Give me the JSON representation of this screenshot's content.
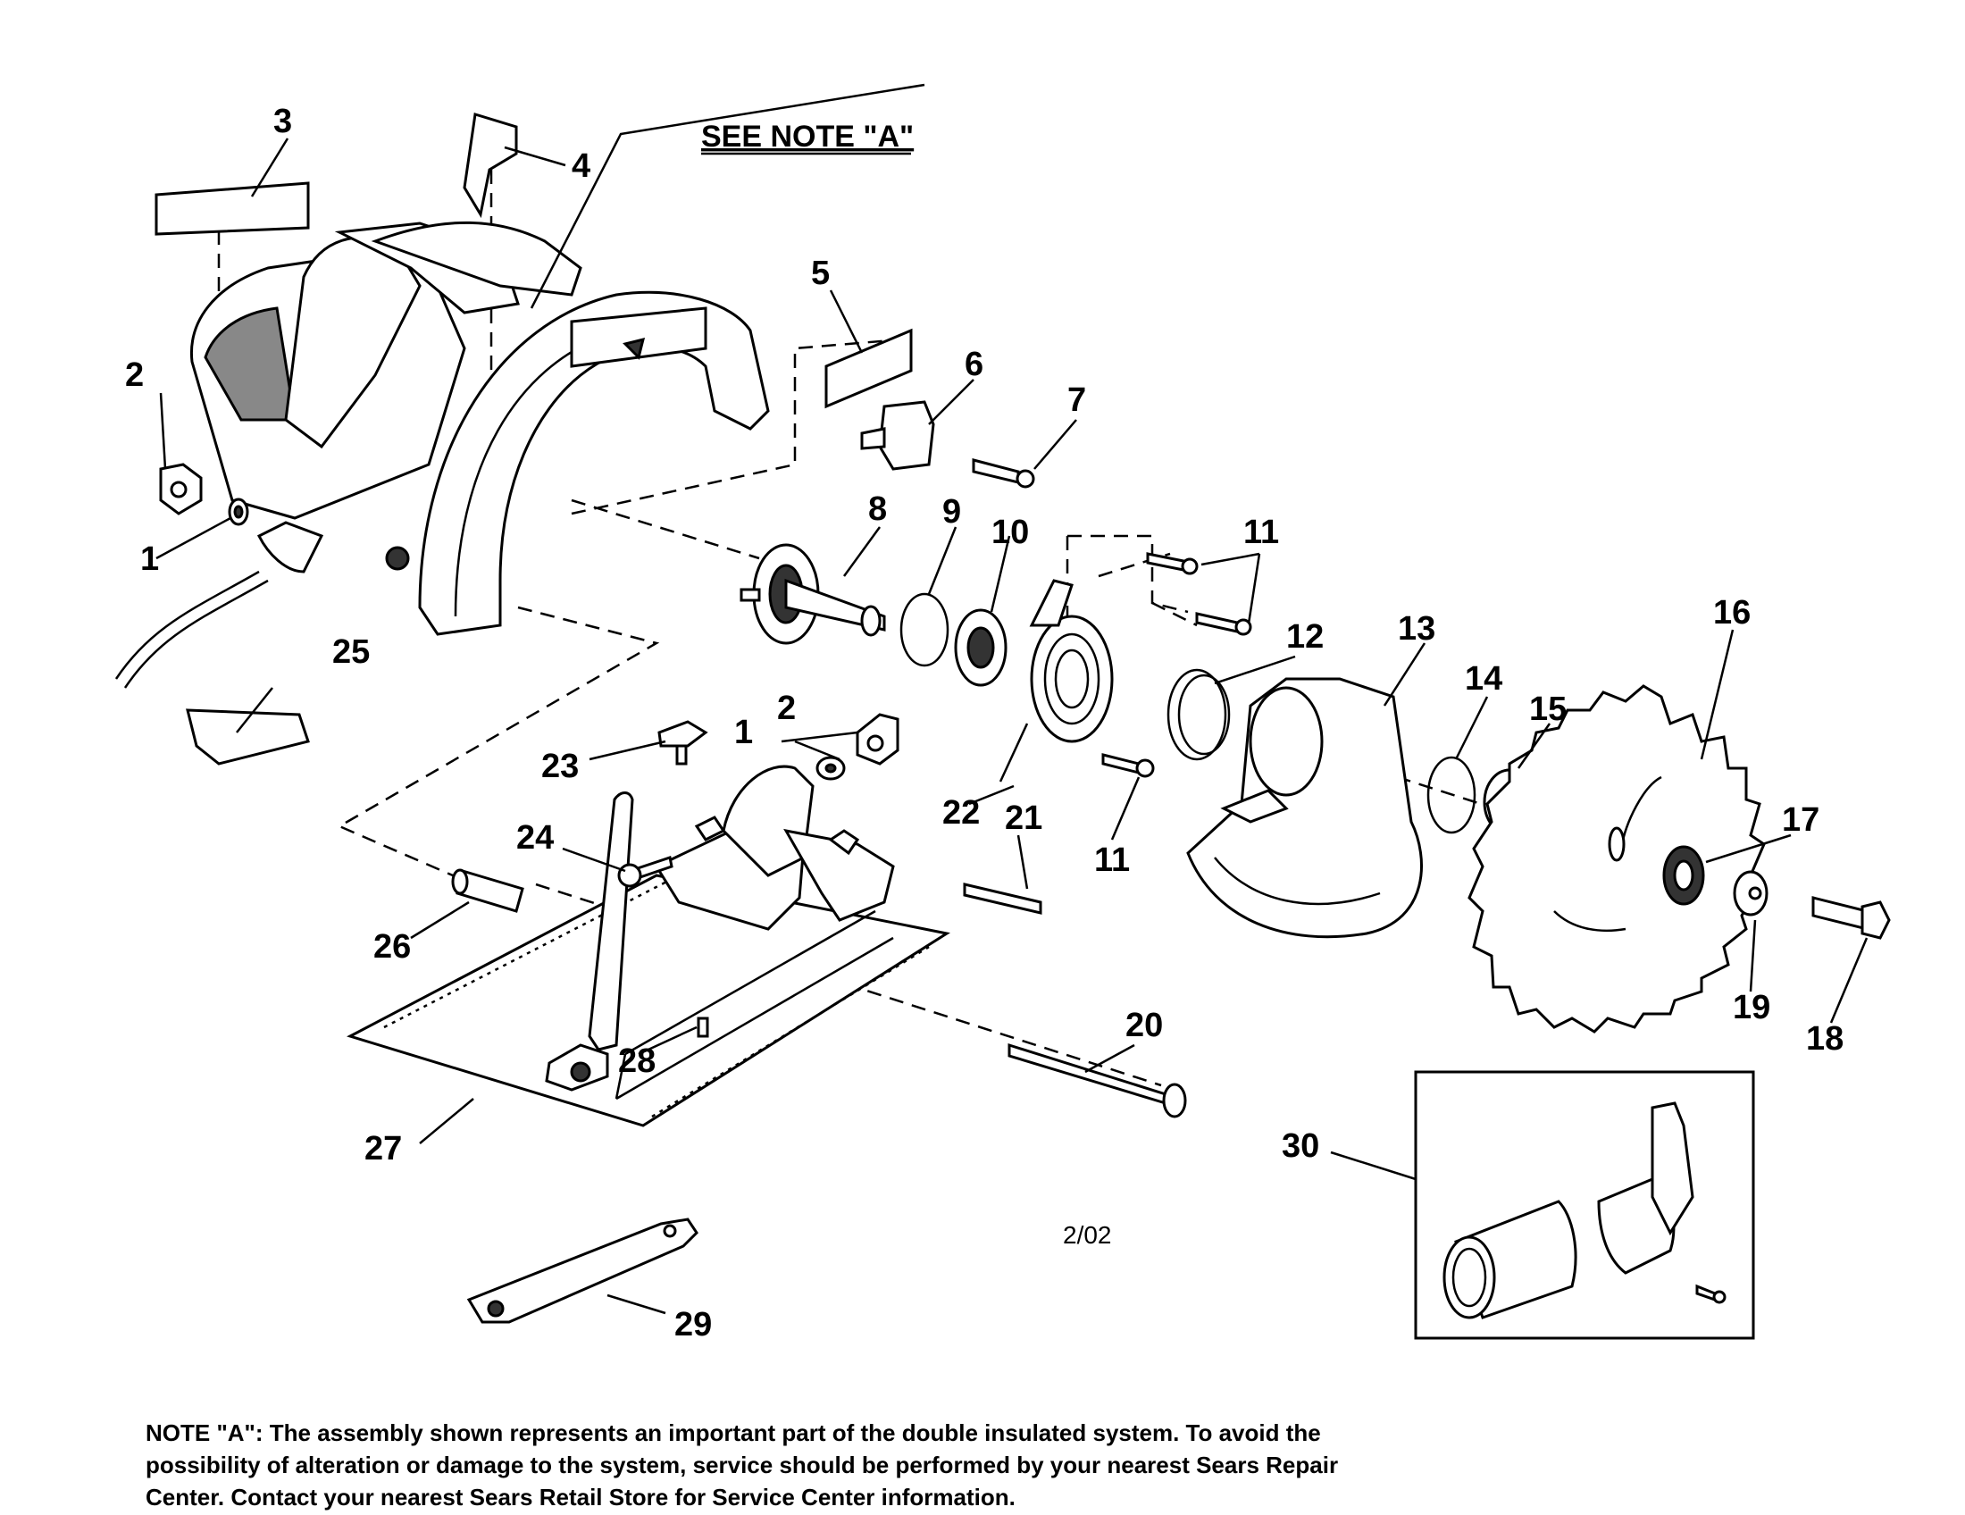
{
  "note_header": "SEE NOTE \"A\"",
  "date_code": "2/02",
  "note_text": "NOTE \"A\": The assembly shown represents an important part of the double insulated system. To avoid the possibility of alteration or damage to the system, service should be performed by your nearest Sears Repair Center. Contact your nearest Sears Retail Store for Service Center information.",
  "labels": {
    "p1a": "1",
    "p1b": "1",
    "p2a": "2",
    "p2b": "2",
    "p3": "3",
    "p4": "4",
    "p5": "5",
    "p6": "6",
    "p7": "7",
    "p8": "8",
    "p9": "9",
    "p10": "10",
    "p11a": "11",
    "p11b": "11",
    "p12": "12",
    "p13": "13",
    "p14": "14",
    "p15": "15",
    "p16": "16",
    "p17": "17",
    "p18": "18",
    "p19": "19",
    "p20": "20",
    "p21": "21",
    "p22": "22",
    "p23": "23",
    "p24": "24",
    "p25": "25",
    "p26": "26",
    "p27": "27",
    "p28": "28",
    "p29": "29",
    "p30": "30"
  }
}
